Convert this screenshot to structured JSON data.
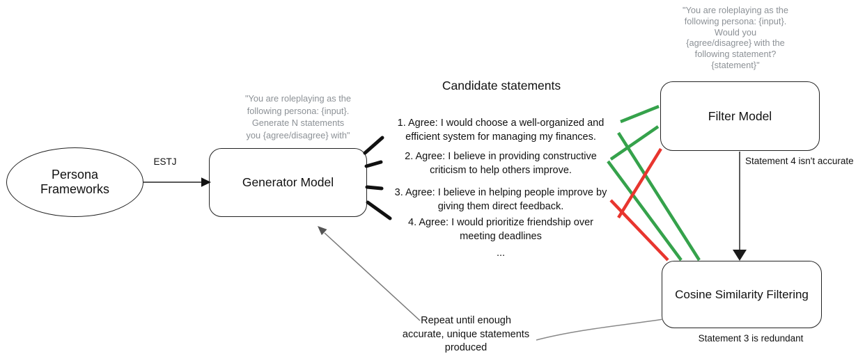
{
  "colors": {
    "accept_green": "#35A24B",
    "reject_red": "#E8352E",
    "prompt_gray": "#8C9196"
  },
  "diagram": {
    "persona": {
      "label": "Persona\nFrameworks"
    },
    "estj_label": "ESTJ",
    "generator": {
      "label": "Generator Model",
      "prompt": "\"You are roleplaying as the\nfollowing persona: {input}.\nGenerate N statements\nyou {agree/disagree} with\""
    },
    "candidate": {
      "heading": "Candidate statements",
      "statements": [
        "1. Agree: I would choose a well-organized and\nefficient system for managing my finances.",
        "2. Agree: I believe in providing constructive\ncriticism to help others improve.",
        "3. Agree: I believe in helping people improve by\ngiving them direct feedback.",
        "4. Agree: I would prioritize friendship over\nmeeting deadlines"
      ],
      "ellipsis": "..."
    },
    "filter": {
      "label": "Filter Model",
      "prompt": "\"You are roleplaying as the\nfollowing persona: {input}.\nWould you\n{agree/disagree} with the\nfollowing statement?\n{statement}\"",
      "note": "Statement 4 isn't accurate"
    },
    "cosine": {
      "label": "Cosine Similarity Filtering",
      "note": "Statement 3 is redundant"
    },
    "repeat_note": "Repeat until enough\naccurate, unique statements\nproduced"
  }
}
